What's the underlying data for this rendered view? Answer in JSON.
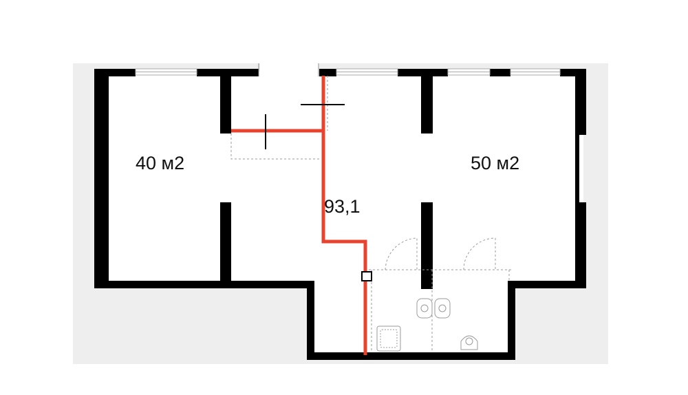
{
  "floor_plan": {
    "rooms": [
      {
        "id": "left-room",
        "area_label": "40 м2"
      },
      {
        "id": "right-room",
        "area_label": "50 м2"
      }
    ],
    "total_area_label": "93,1",
    "colors": {
      "background_panel": "#eeeeee",
      "floor": "#ffffff",
      "wall": "#000000",
      "partition_line": "#e8432f",
      "fixture_stroke": "#9a9a9a",
      "window": "#bbbbbb"
    }
  }
}
